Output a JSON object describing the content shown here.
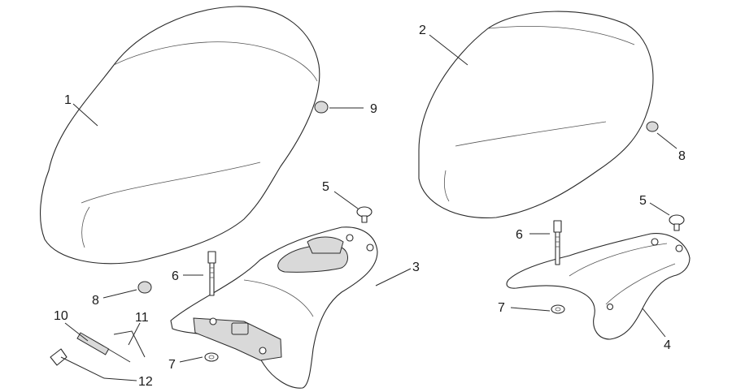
{
  "callouts": [
    {
      "id": "1",
      "text": "1"
    },
    {
      "id": "2",
      "text": "2"
    },
    {
      "id": "3",
      "text": "3"
    },
    {
      "id": "4",
      "text": "4"
    },
    {
      "id": "5a",
      "text": "5"
    },
    {
      "id": "5b",
      "text": "5"
    },
    {
      "id": "6a",
      "text": "6"
    },
    {
      "id": "6b",
      "text": "6"
    },
    {
      "id": "7a",
      "text": "7"
    },
    {
      "id": "7b",
      "text": "7"
    },
    {
      "id": "8a",
      "text": "8"
    },
    {
      "id": "8b",
      "text": "8"
    },
    {
      "id": "9",
      "text": "9"
    },
    {
      "id": "10",
      "text": "10"
    },
    {
      "id": "11",
      "text": "11"
    },
    {
      "id": "12",
      "text": "12"
    }
  ]
}
